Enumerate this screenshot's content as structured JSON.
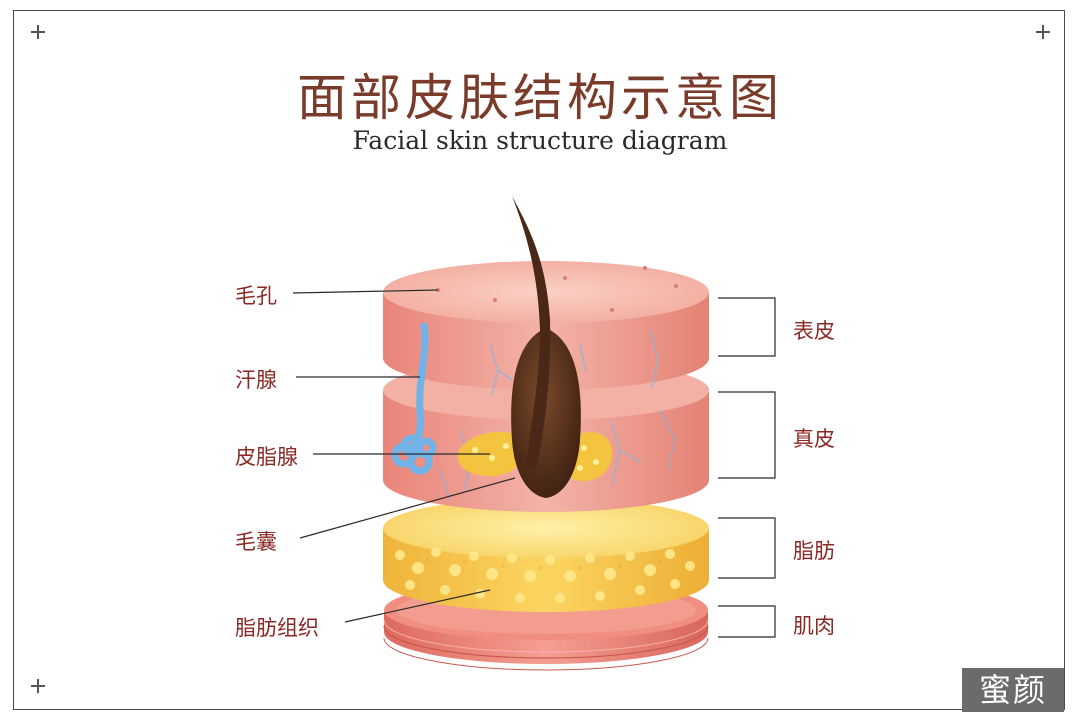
{
  "title": {
    "cn": "面部皮肤结构示意图",
    "en": "Facial skin structure diagram"
  },
  "left_labels": {
    "pore": "毛孔",
    "sweat_gland": "汗腺",
    "sebaceous_gland": "皮脂腺",
    "hair_follicle": "毛囊",
    "adipose_tissue": "脂肪组织"
  },
  "layers": {
    "epidermis": "表皮",
    "dermis": "真皮",
    "fat": "脂肪",
    "muscle": "肌肉"
  },
  "watermark": "蜜颜",
  "colors": {
    "title": "#7a3b2a",
    "label": "#8b2a25",
    "epidermis": "#f0a79b",
    "dermis": "#ef9a8c",
    "fat": "#f5c84a",
    "muscle": "#e8786c",
    "hair": "#4a2818",
    "sweat_gland": "#6fb3e8"
  }
}
